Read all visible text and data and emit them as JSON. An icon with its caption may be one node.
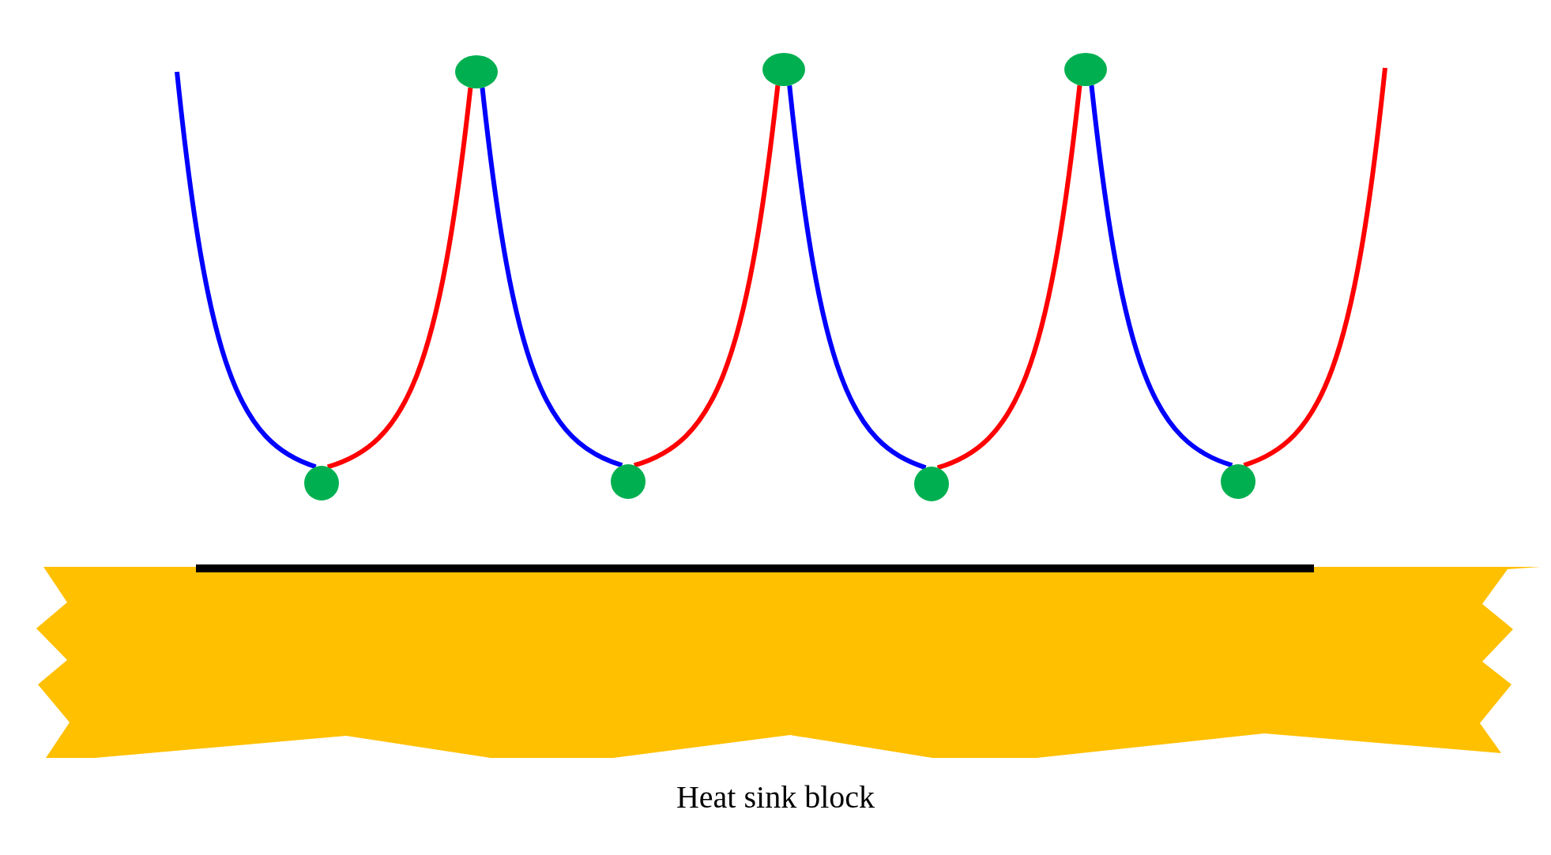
{
  "diagram": {
    "nodes": [
      {
        "text": [],
        "shape": "circle"
      },
      {
        "text": [],
        "shape": "circle"
      },
      {
        "text": [],
        "shape": "circle"
      },
      {
        "text": [],
        "shape": "circle"
      },
      {
        "text": [],
        "shape": "circle"
      },
      {
        "text": [],
        "shape": "circle"
      },
      {
        "text": [],
        "shape": "circle"
      },
      {
        "text": [
          "Heat sink block"
        ]
      }
    ],
    "edges": [
      {
        "from": null,
        "to": 3,
        "arrow": "none",
        "color": "#0000ff"
      },
      {
        "from": 3,
        "to": 0,
        "arrow": "none",
        "color": "#ff0000"
      },
      {
        "from": 0,
        "to": 4,
        "arrow": "none",
        "color": "#0000ff"
      },
      {
        "from": 4,
        "to": 1,
        "arrow": "none",
        "color": "#ff0000"
      },
      {
        "from": 1,
        "to": 5,
        "arrow": "none",
        "color": "#0000ff"
      },
      {
        "from": 5,
        "to": 2,
        "arrow": "none",
        "color": "#ff0000"
      },
      {
        "from": 2,
        "to": 6,
        "arrow": "none",
        "color": "#0000ff"
      },
      {
        "from": 6,
        "to": null,
        "arrow": "none",
        "color": "#ff0000"
      }
    ]
  }
}
